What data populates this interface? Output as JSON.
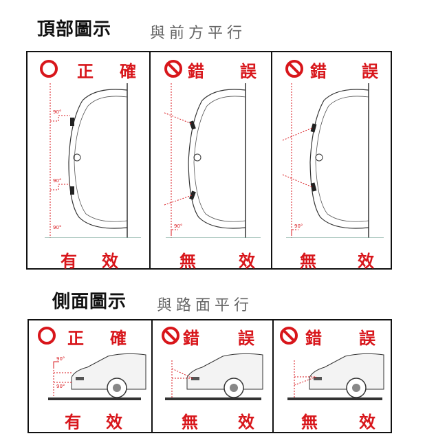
{
  "top_section": {
    "heading": "頂部圖示",
    "subheading": "與前方平行",
    "panels": [
      {
        "mark": "ok-circle-icon",
        "verdict_left": "正",
        "verdict_right": "確",
        "result_left": "有",
        "result_right": "效"
      },
      {
        "mark": "prohibited-icon",
        "verdict_left": "錯",
        "verdict_right": "誤",
        "result_left": "無",
        "result_right": "效"
      },
      {
        "mark": "prohibited-icon",
        "verdict_left": "錯",
        "verdict_right": "誤",
        "result_left": "無",
        "result_right": "效"
      }
    ],
    "angle_label": "90°"
  },
  "side_section": {
    "heading": "側面圖示",
    "subheading": "與路面平行",
    "panels": [
      {
        "mark": "ok-circle-icon",
        "verdict_left": "正",
        "verdict_right": "確",
        "result_left": "有",
        "result_right": "效"
      },
      {
        "mark": "prohibited-icon",
        "verdict_left": "錯",
        "verdict_right": "誤",
        "result_left": "無",
        "result_right": "效"
      },
      {
        "mark": "prohibited-icon",
        "verdict_left": "錯",
        "verdict_right": "誤",
        "result_left": "無",
        "result_right": "效"
      }
    ],
    "angle_label": "90°"
  },
  "colors": {
    "accent": "#d8161b",
    "line": "#111111",
    "ground": "#7aa89a"
  }
}
